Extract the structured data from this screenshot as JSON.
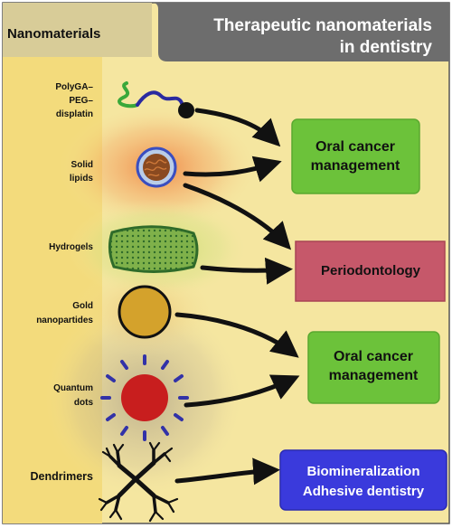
{
  "header": {
    "nanomaterials_label": "Nanomaterials",
    "title_line1": "Therapeutic nanomaterials",
    "title_line2": "in dentistry"
  },
  "materials": {
    "polyga": [
      "PolyGA–",
      "PEG–",
      "displatin"
    ],
    "solid_lipids": [
      "Solid",
      "lipids"
    ],
    "hydrogels": "Hydrogels",
    "gold": [
      "Gold",
      "nanopartides"
    ],
    "quantum": [
      "Quantum",
      "dots"
    ],
    "dendrimers": "Dendrimers"
  },
  "applications": {
    "oral_cancer_1": [
      "Oral cancer",
      "management"
    ],
    "periodontology": "Periodontology",
    "oral_cancer_2": [
      "Oral cancer",
      "management"
    ],
    "biomin": [
      "Biomineralization",
      "Adhesive dentistry"
    ]
  },
  "colors": {
    "background": "#f5e6a0",
    "left_band": "#f3db7c",
    "header_gray": "#6d6d6d",
    "green_box": "#6cc23a",
    "red_box": "#c6586a",
    "blue_box": "#3a3adc",
    "gold": "#d4a22c",
    "quantum_red": "#c81e1e",
    "quantum_ray": "#3232a8"
  }
}
